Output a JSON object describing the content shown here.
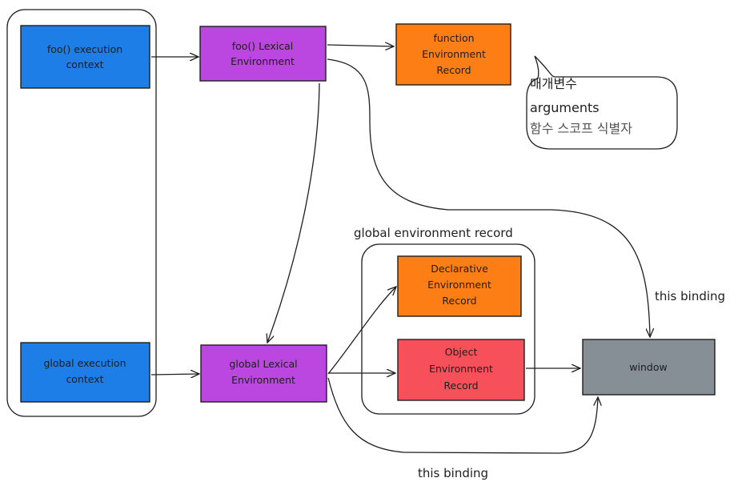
{
  "colors": {
    "blue": "#1c7ee6",
    "purple": "#bb46e0",
    "orange": "#fd7e14",
    "red": "#f8505a",
    "gray": "#868e96",
    "stroke": "#1e1e1e"
  },
  "nodes": {
    "foo_ec": {
      "lines": [
        "foo() execution",
        "context"
      ]
    },
    "foo_le": {
      "lines": [
        "foo() Lexical",
        "Environment"
      ]
    },
    "func_er": {
      "lines": [
        "function",
        "Environment",
        "Record"
      ]
    },
    "global_ec": {
      "lines": [
        "global execution",
        "context"
      ]
    },
    "global_le": {
      "lines": [
        "global Lexical",
        "Environment"
      ]
    },
    "decl_er": {
      "lines": [
        "Declarative",
        "Environment",
        "Record"
      ]
    },
    "obj_er": {
      "lines": [
        "Object",
        "Environment",
        "Record"
      ]
    },
    "window": {
      "lines": [
        "window"
      ]
    }
  },
  "labels": {
    "global_env_record": "global environment record",
    "this_binding_right": "this binding",
    "this_binding_bottom": "this binding"
  },
  "callout": {
    "lines": [
      "매개변수",
      "arguments",
      "함수 스코프 식별자"
    ]
  }
}
